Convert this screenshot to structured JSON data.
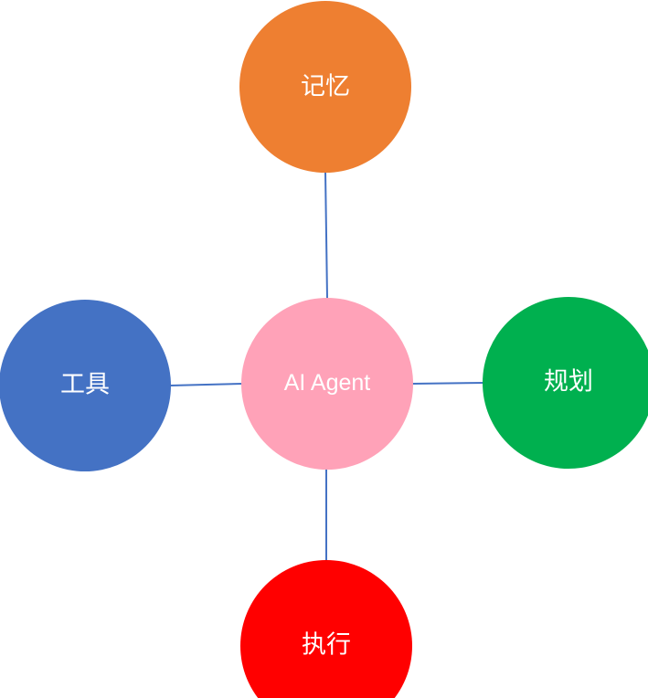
{
  "diagram": {
    "center": {
      "label": "AI Agent",
      "color": "#ffa2b8"
    },
    "nodes": {
      "top": {
        "label": "记忆",
        "color": "#ee7f31"
      },
      "left": {
        "label": "工具",
        "color": "#4472c4"
      },
      "right": {
        "label": "规划",
        "color": "#00b04f"
      },
      "bottom": {
        "label": "执行",
        "color": "#ff0000"
      }
    },
    "connector_color": "#4472c4"
  }
}
